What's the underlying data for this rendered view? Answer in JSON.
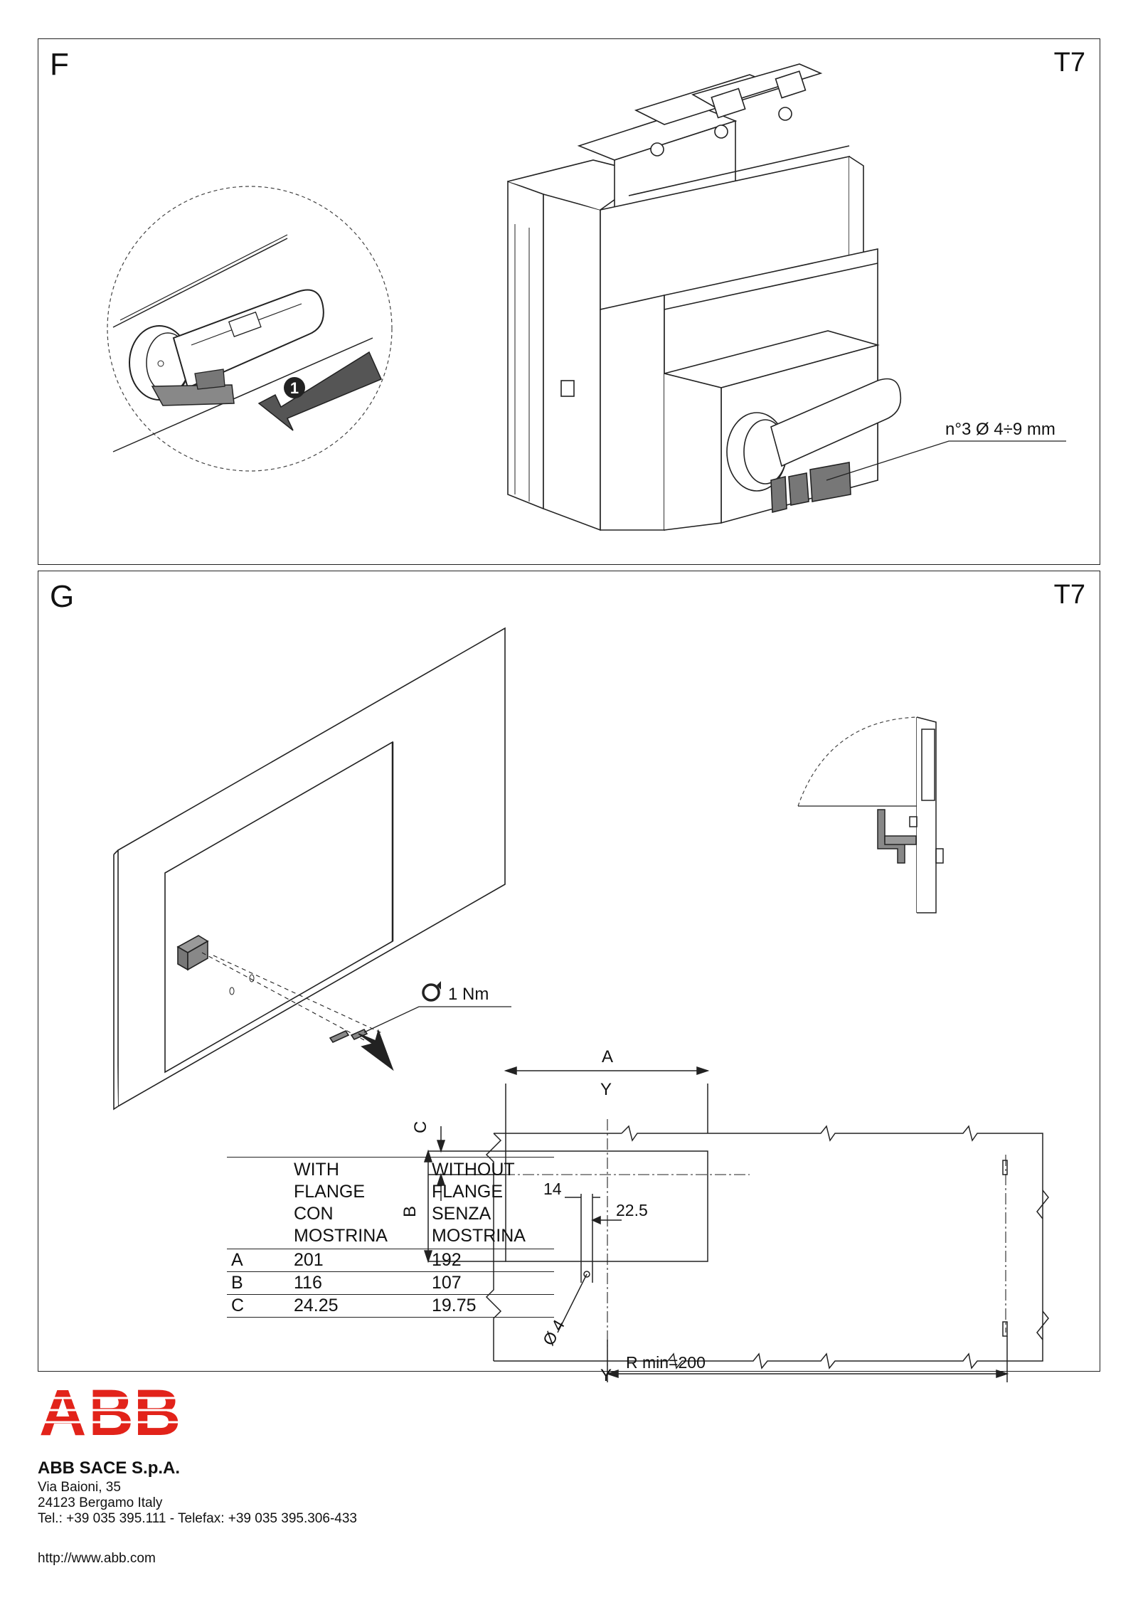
{
  "panel_f": {
    "letter": "F",
    "model": "T7",
    "step_number": "1",
    "padlock_note": "n°3 Ø 4÷9 mm"
  },
  "panel_g": {
    "letter": "G",
    "model": "T7",
    "torque": "1 Nm",
    "table": {
      "col1_header": [
        "WITH",
        "FLANGE",
        "CON",
        "MOSTRINA"
      ],
      "col2_header": [
        "WITHOUT",
        "FLANGE",
        "SENZA",
        "MOSTRINA"
      ],
      "rows": [
        {
          "label": "A",
          "with": "201",
          "without": "192"
        },
        {
          "label": "B",
          "with": "116",
          "without": "107"
        },
        {
          "label": "C",
          "with": "24.25",
          "without": "19.75"
        }
      ]
    },
    "dimension_labels": {
      "a": "A",
      "b": "B",
      "c": "C",
      "y_top": "Y",
      "y_bottom": "Y",
      "d14": "14",
      "d22_5": "22.5",
      "hole": "Ø 4",
      "radius": "R min=200"
    }
  },
  "footer": {
    "logo_text": "ABB",
    "logo_color": "#e2231a",
    "company": "ABB SACE S.p.A.",
    "address_lines": [
      "Via Baioni, 35",
      "24123 Bergamo Italy",
      "Tel.: +39 035 395.111 - Telefax: +39 035 395.306-433"
    ],
    "url": "http://www.abb.com"
  }
}
